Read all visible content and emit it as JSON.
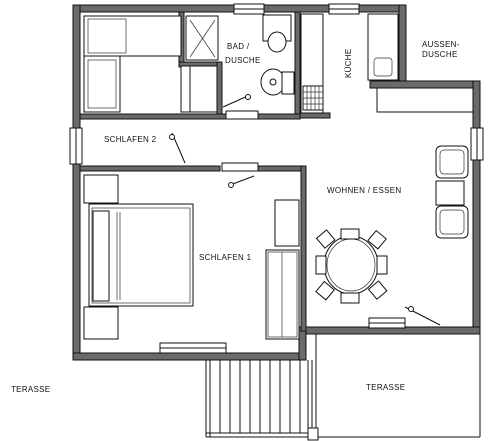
{
  "labels": {
    "bad_dusche_line1": "BAD /",
    "bad_dusche_line2": "DUSCHE",
    "kueche": "KÜCHE",
    "aussen_line1": "AUSSEN-",
    "aussen_line2": "DUSCHE",
    "schlafen2": "SCHLAFEN 2",
    "wohnen_essen": "WOHNEN / ESSEN",
    "schlafen1": "SCHLAFEN 1",
    "terasse_left": "TERASSE",
    "terasse_right": "TERASSE"
  },
  "colors": {
    "wall_fill": "#6a6a6a",
    "line": "#111111",
    "background": "#ffffff"
  }
}
